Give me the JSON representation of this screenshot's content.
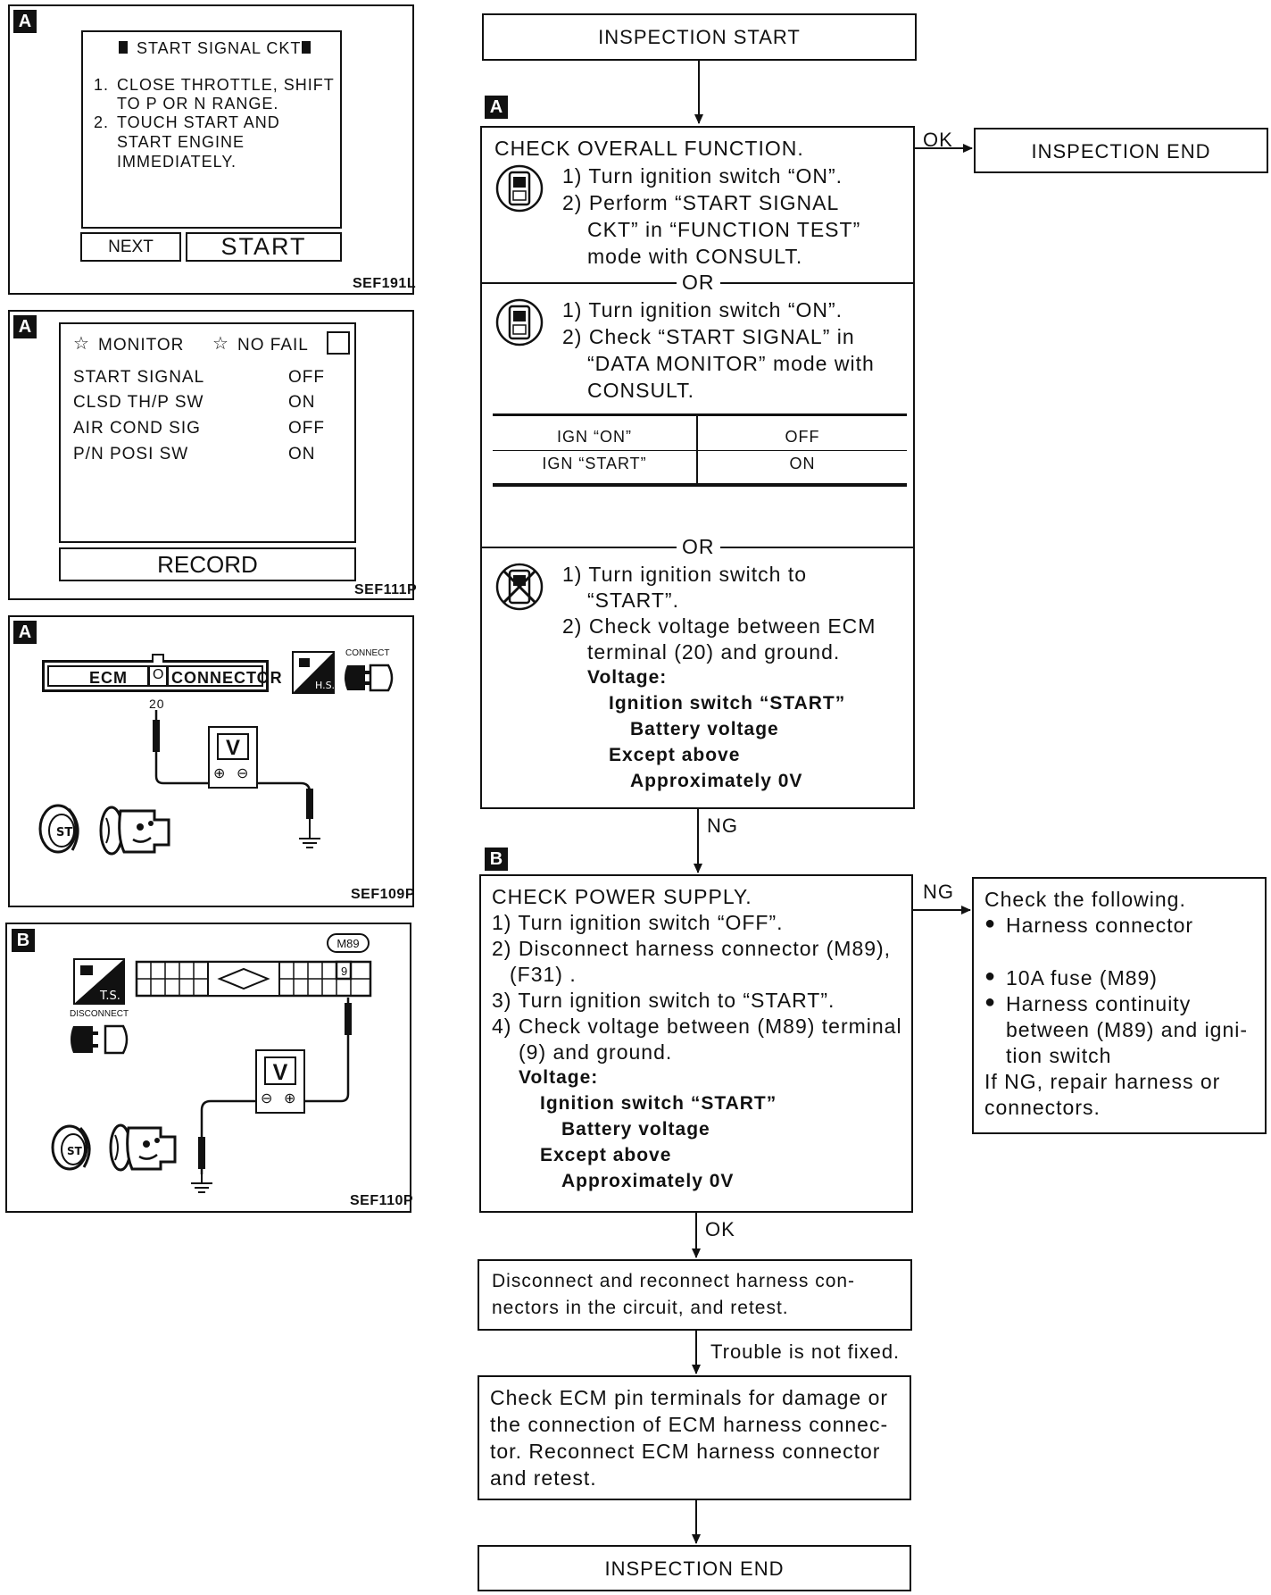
{
  "left": {
    "panel1": {
      "tag": "A",
      "title": "START SIGNAL CKT",
      "steps": [
        "1.",
        "CLOSE THROTTLE, SHIFT",
        "TO P OR N RANGE.",
        "2.",
        "TOUCH START AND",
        "START ENGINE",
        "IMMEDIATELY."
      ],
      "next_label": "NEXT",
      "start_label": "START",
      "ref": "SEF191L"
    },
    "panel2": {
      "tag": "A",
      "header_monitor": "MONITOR",
      "header_nofail": "NO  FAIL",
      "rows": [
        {
          "name": "START SIGNAL",
          "value": "OFF"
        },
        {
          "name": "CLSD TH/P SW",
          "value": "ON"
        },
        {
          "name": "AIR COND SIG",
          "value": "OFF"
        },
        {
          "name": "P/N POSI SW",
          "value": "ON"
        }
      ],
      "record_label": "RECORD",
      "ref": "SEF111P"
    },
    "panel3": {
      "tag": "A",
      "ecm_label": "ECM",
      "connector_label": "CONNECTOR",
      "terminal": "20",
      "hs_label": "H.S.",
      "connect_label": "CONNECT",
      "meter": "V",
      "st_label": "ST",
      "ref": "SEF109P"
    },
    "panel4": {
      "tag": "B",
      "connector_id": "M89",
      "terminal": "9",
      "ts_label": "T.S.",
      "disconnect_label": "DISCONNECT",
      "meter": "V",
      "st_label": "ST",
      "ref": "SEF110P"
    }
  },
  "flow": {
    "start": "INSPECTION START",
    "tag_a": "A",
    "ok1": "OK",
    "end_top": "INSPECTION END",
    "check1": {
      "title": "CHECK OVERALL FUNCTION.",
      "m1": [
        "1) Turn ignition switch “ON”.",
        "2) Perform “START SIGNAL",
        "CKT” in “FUNCTION TEST”",
        "mode with CONSULT."
      ],
      "or1": "OR",
      "m2": [
        "1) Turn ignition switch “ON”.",
        "2) Check “START SIGNAL” in",
        "“DATA MONITOR” mode with",
        "CONSULT."
      ],
      "table": [
        [
          "IGN “ON”",
          "OFF"
        ],
        [
          "IGN “START”",
          "ON"
        ]
      ],
      "or2": "OR",
      "m3": [
        "1) Turn ignition switch to",
        "“START”.",
        "2) Check voltage between ECM",
        "terminal (20) and ground."
      ],
      "voltage": "Voltage:",
      "v1": "Ignition switch “START”",
      "v2": "Battery voltage",
      "v3": "Except above",
      "v4": "Approximately 0V"
    },
    "ng1": "NG",
    "tag_b": "B",
    "check2": {
      "title": "CHECK POWER SUPPLY.",
      "lines": [
        "1) Turn ignition switch “OFF”.",
        "2) Disconnect harness connector (M89),",
        "(F31) .",
        "3) Turn ignition switch to “START”.",
        "4) Check voltage between (M89) terminal",
        "(9) and ground."
      ],
      "voltage": "Voltage:",
      "v1": "Ignition switch “START”",
      "v2": "Battery voltage",
      "v3": "Except above",
      "v4": "Approximately 0V"
    },
    "ng2": "NG",
    "side": {
      "title": "Check the following.",
      "items": [
        "Harness connector",
        "10A fuse (M89)",
        "Harness continuity",
        "between (M89) and igni-",
        "tion switch"
      ],
      "footer": [
        "If NG, repair harness or",
        "connectors."
      ]
    },
    "ok2": "OK",
    "step3": [
      "Disconnect and reconnect harness con-",
      "nectors in the circuit, and retest."
    ],
    "trouble": "Trouble is not fixed.",
    "step4": [
      "Check ECM pin terminals for damage or",
      "the connection of ECM harness connec-",
      "tor. Reconnect ECM harness connector",
      "and retest."
    ],
    "end_bottom": "INSPECTION END"
  }
}
